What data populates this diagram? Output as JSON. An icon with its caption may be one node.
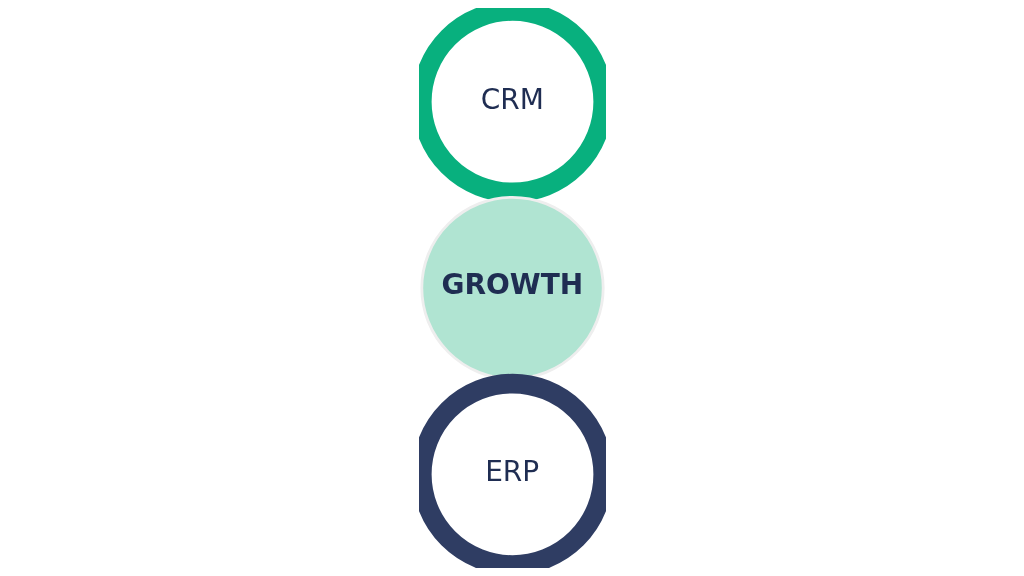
{
  "diagram": {
    "nodes": [
      {
        "text": [
          "CRM"
        ]
      },
      {
        "text": [
          "GROWTH"
        ]
      },
      {
        "text": [
          "ERP"
        ]
      }
    ]
  }
}
